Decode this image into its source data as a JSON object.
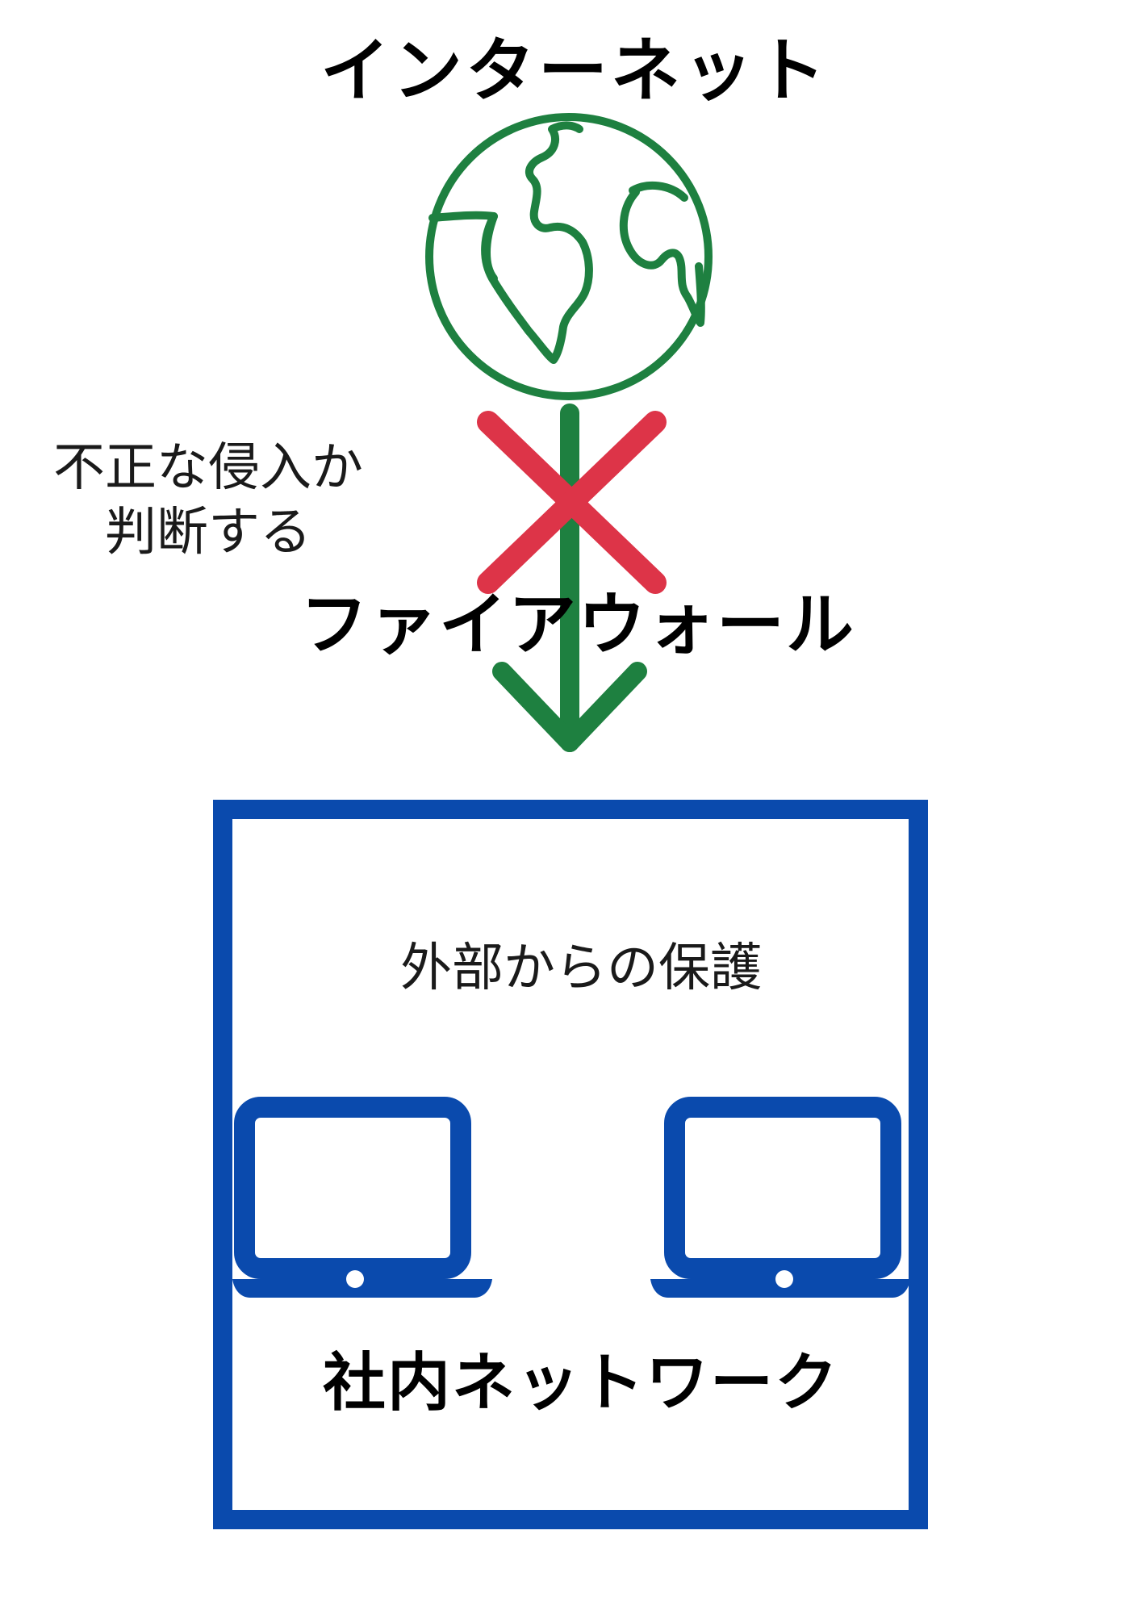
{
  "labels": {
    "internet": "インターネット",
    "judge_line1": "不正な侵入か",
    "judge_line2": "判断する",
    "firewall": "ファイアウォール",
    "protection": "外部からの保護",
    "intranet": "社内ネットワーク"
  },
  "icons": {
    "globe": "globe-icon",
    "block": "x-block-icon",
    "arrow": "arrow-down-icon",
    "laptop": "laptop-icon"
  },
  "colors": {
    "globe_green": "#1e8040",
    "block_red": "#dd3448",
    "box_blue": "#0a4aad",
    "text": "#000000"
  }
}
